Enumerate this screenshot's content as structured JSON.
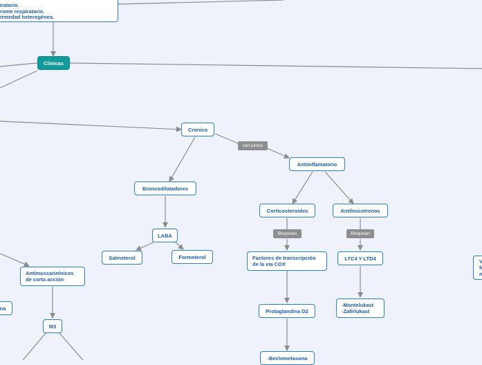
{
  "top_box": {
    "lines": [
      "spiratorio.",
      "ndrome respiratorio.",
      "nfermedad heterogénea."
    ]
  },
  "nodes": {
    "clinicas": "Clínicas",
    "cronico": "Cronico",
    "antiinflamatorio": "Antiinflamatorio",
    "broncodilatadores": "Broncodilatadores",
    "laba": "LABA",
    "salmeterol": "Salmeterol",
    "formeterol": "Formeterol",
    "corticosteroides": "Corticosteroides",
    "antileucotrenos": "Antileucotrenos",
    "factores": "Factores de transcripción\nde la vía COX",
    "ltc4": "LTC4 Y LTD4",
    "montelukast": "-Montelukast\n-Zafirlukast",
    "protaglandina": "Protaglandina D2",
    "beclometasona": "-Beclometasona",
    "antimuscarinicos": "Antimuscarinínicos\nde corta acción",
    "m3": "M3",
    "na_partial": "na",
    "right_partial": "V\nfe\nm"
  },
  "tags": {
    "van_juntos": "van juntos",
    "bloquean_1": "Bloquean",
    "bloquean_2": "Bloquean"
  },
  "colors": {
    "background": "#f0f2fb",
    "node_border": "#2b7fc3",
    "node_text": "#1f5ea8",
    "teal": "#139a9a",
    "tag_bg": "#8e8e8e",
    "edge": "#8a8a8a"
  }
}
